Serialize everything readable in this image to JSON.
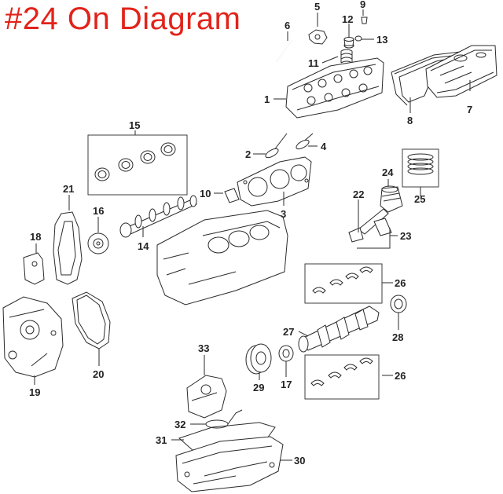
{
  "headline": "#24 On Diagram",
  "colors": {
    "headline": "#e2231a",
    "ink": "#2a2a2a"
  },
  "callouts": [
    "1",
    "2",
    "3",
    "4",
    "5",
    "6",
    "7",
    "8",
    "9",
    "10",
    "11",
    "12",
    "13",
    "14",
    "15",
    "16",
    "17",
    "18",
    "19",
    "20",
    "21",
    "22",
    "23",
    "24",
    "25",
    "26",
    "26",
    "27",
    "28",
    "29",
    "30",
    "31",
    "32",
    "33"
  ]
}
